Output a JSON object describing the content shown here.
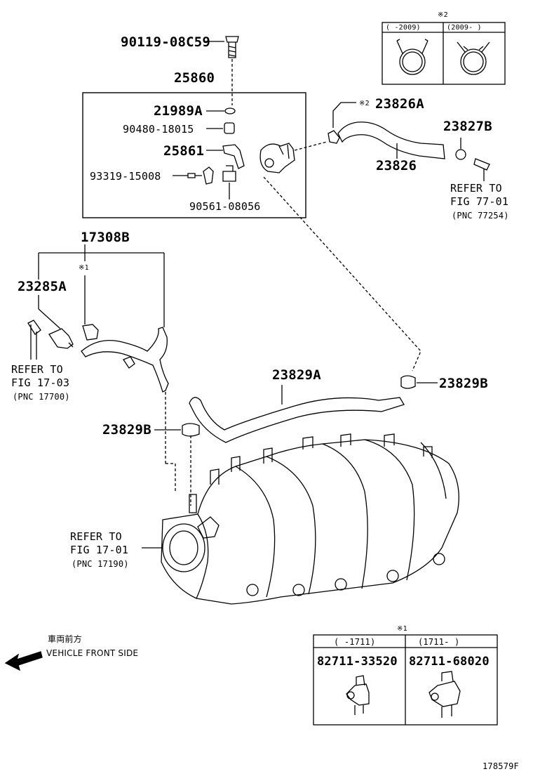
{
  "parts": {
    "p90119": "90119-08C59",
    "p25860": "25860",
    "p21989A": "21989A",
    "p90480": "90480-18015",
    "p25861": "25861",
    "p93319": "93319-15008",
    "p90561": "90561-08056",
    "p23826A": "23826A",
    "p23826A_mark": "※2",
    "p23827B": "23827B",
    "p23826": "23826",
    "p17308B": "17308B",
    "p23285A": "23285A",
    "mark1": "※1",
    "p23829A": "23829A",
    "p23829B_right": "23829B",
    "p23829B_left": "23829B"
  },
  "refs": {
    "fig77": {
      "line1": "REFER TO",
      "line2": "FIG 77-01",
      "line3": "(PNC 77254)"
    },
    "fig1703": {
      "line1": "REFER TO",
      "line2": "FIG 17-03",
      "line3": "(PNC 17700)"
    },
    "fig1701": {
      "line1": "REFER TO",
      "line2": "FIG 17-01",
      "line3": "(PNC 17190)"
    }
  },
  "inset_top": {
    "mark": "※2",
    "col1": "(   -2009)",
    "col2": "(2009-    )"
  },
  "inset_bottom": {
    "mark": "※1",
    "col1": "(   -1711)",
    "col2": "(1711-    )",
    "part1": "82711-33520",
    "part2": "82711-68020"
  },
  "front": {
    "jp": "車両前方",
    "en": "VEHICLE FRONT SIDE"
  },
  "figure_id": "178579F"
}
